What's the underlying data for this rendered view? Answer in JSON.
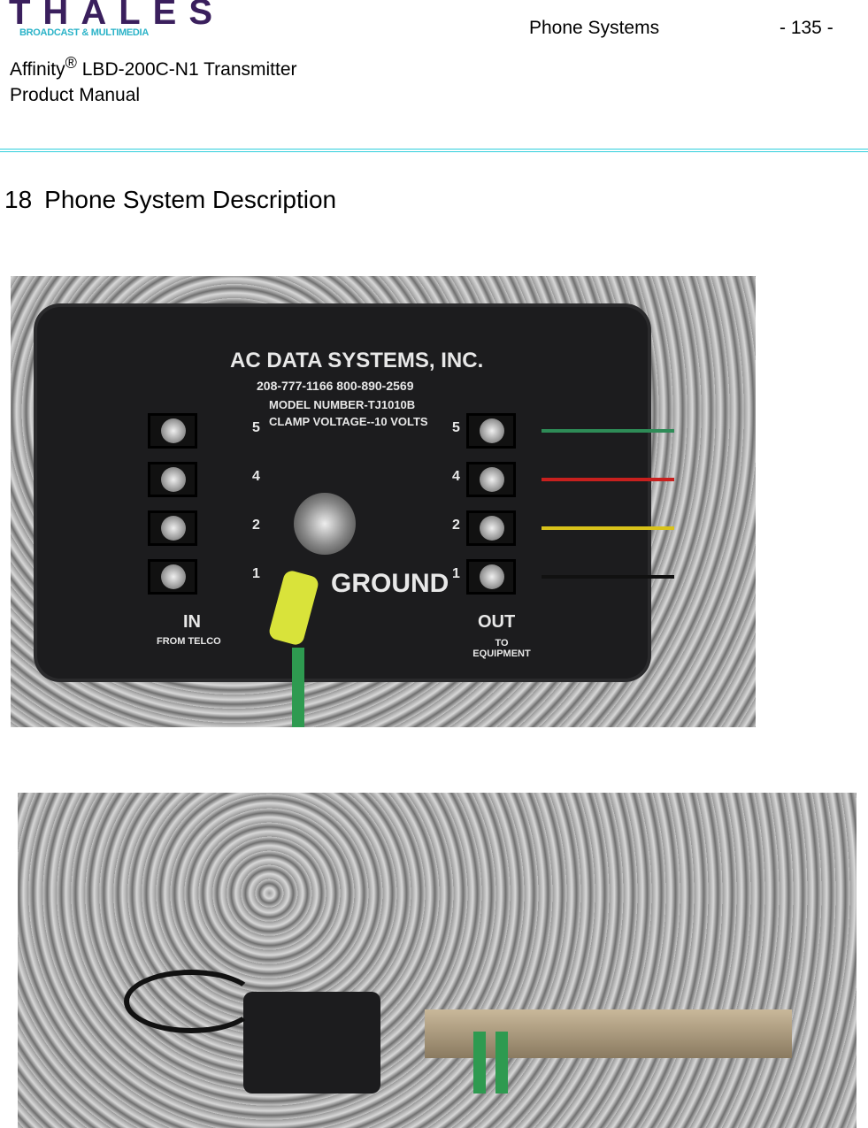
{
  "header": {
    "logo": {
      "brand": "THALES",
      "tagline": "BROADCAST & MULTIMEDIA"
    },
    "product_line1": "Affinity",
    "registered_mark": "®",
    "product_line1_rest": " LBD-200C-N1 Transmitter",
    "product_line2": "Product Manual",
    "section": "Phone Systems",
    "page_number": "- 135 -"
  },
  "section_heading": {
    "number": "18",
    "title": "Phone System Description"
  },
  "figures": [
    {
      "description_labels": {
        "maker": "AC DATA SYSTEMS, INC.",
        "phones": "208-777-1166   800-890-2569",
        "model": "MODEL NUMBER-TJ1010B",
        "clamp": "CLAMP VOLTAGE--10 VOLTS",
        "ground": "GROUND",
        "in": "IN",
        "in_sub": "FROM TELCO",
        "out": "OUT",
        "out_sub": "TO EQUIPMENT",
        "terminals": [
          "5",
          "4",
          "2",
          "1"
        ]
      },
      "wire_colors": [
        "#2e8b57",
        "#c8201e",
        "#d8c21a",
        "#111111"
      ]
    },
    {}
  ],
  "colors": {
    "brand_purple": "#3a1f5d",
    "brand_cyan": "#2bb3c8",
    "rule": "#2fcfdc"
  }
}
